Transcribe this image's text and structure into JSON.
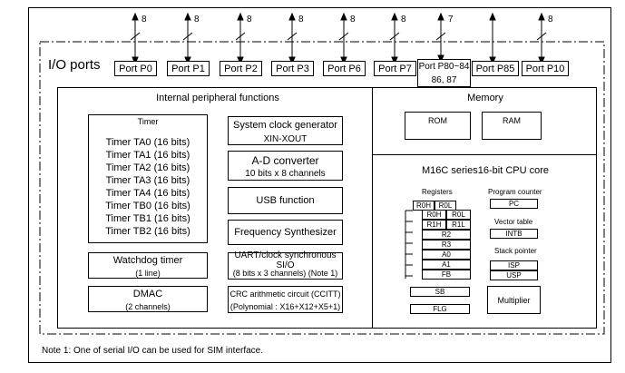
{
  "io_ports": {
    "title": "I/O ports",
    "ports": [
      {
        "label": "Port P0",
        "bits": "8"
      },
      {
        "label": "Port P1",
        "bits": "8"
      },
      {
        "label": "Port P2",
        "bits": "8"
      },
      {
        "label": "Port P3",
        "bits": "8"
      },
      {
        "label": "Port P6",
        "bits": "8"
      },
      {
        "label": "Port P7",
        "bits": "8"
      },
      {
        "label": "Port P80~84",
        "label2": "86, 87",
        "bits": "7"
      },
      {
        "label": "Port P85",
        "bits": ""
      },
      {
        "label": "Port P10",
        "bits": "8"
      }
    ]
  },
  "peripheral": {
    "title": "Internal peripheral functions",
    "timer": {
      "title": "Timer",
      "lines": [
        "Timer TA0 (16 bits)",
        "Timer TA1 (16 bits)",
        "Timer TA2 (16 bits)",
        "Timer TA3 (16 bits)",
        "Timer TA4 (16 bits)",
        "Timer TB0 (16 bits)",
        "Timer TB1 (16 bits)",
        "Timer TB2 (16 bits)"
      ]
    },
    "clock": {
      "title": "System clock generator",
      "sub": "XIN-XOUT"
    },
    "adc": {
      "title": "A-D converter",
      "sub": "10 bits x 8 channels"
    },
    "usb": {
      "title": "USB  function"
    },
    "freq": {
      "title": "Frequency  Synthesizer"
    },
    "watchdog": {
      "title": "Watchdog timer",
      "sub": "(1 line)"
    },
    "uart": {
      "line1": "UART/clock synchronous SI/O",
      "line2": "(8 bits x 3 channels) (Note 1)"
    },
    "dmac": {
      "title": "DMAC",
      "sub": "(2 channels)"
    },
    "crc": {
      "line1": "CRC arithmetic circuit (CCITT)",
      "line2": "(Polynomial : X16+X12+X5+1)"
    }
  },
  "memory": {
    "title": "Memory",
    "rom": "ROM",
    "ram": "RAM"
  },
  "cpu": {
    "title": "M16C series16-bit CPU core",
    "registers_title": "Registers",
    "regs": {
      "r0h": "R0H",
      "r0l": "R0L",
      "r1h": "R1H",
      "r1l": "R1L",
      "r2": "R2",
      "r3": "R3",
      "a0": "A0",
      "a1": "A1",
      "fb": "FB",
      "sb": "SB",
      "flg": "FLG"
    },
    "program_counter_title": "Program counter",
    "pc": "PC",
    "vector_table_title": "Vector table",
    "intb": "INTB",
    "stack_pointer_title": "Stack pointer",
    "isp": "ISP",
    "usp": "USP",
    "multiplier": "Multiplier"
  },
  "note": "Note 1: One of serial I/O can be used for SIM interface."
}
